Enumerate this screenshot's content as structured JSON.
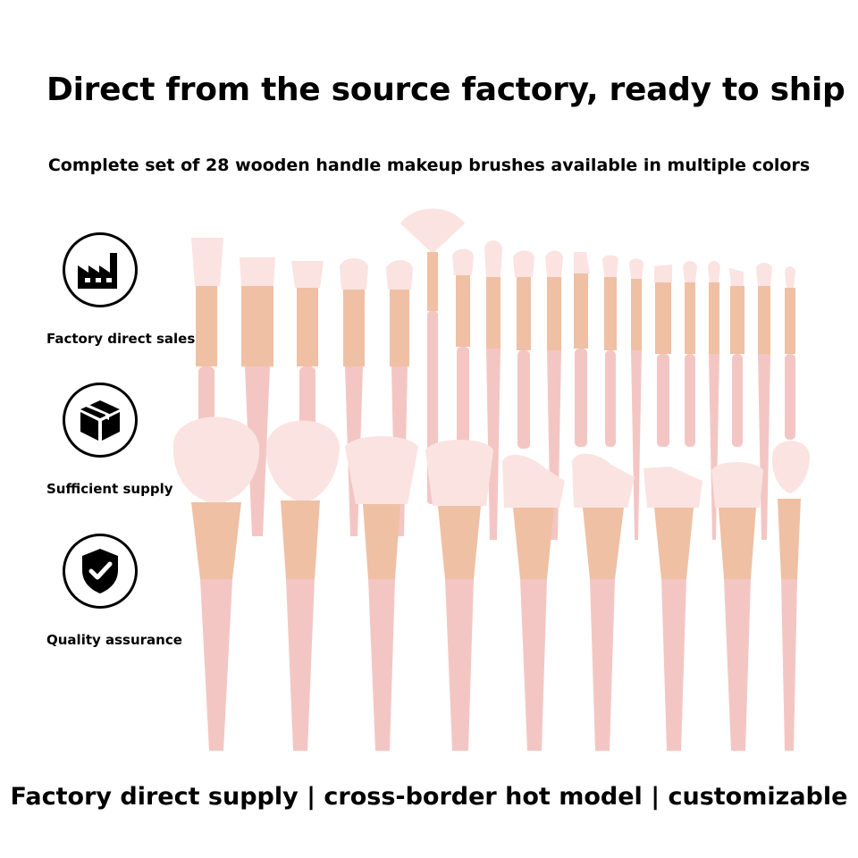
{
  "headline": "Direct from the source factory, ready to ship",
  "subheadline": "Complete set of 28 wooden handle makeup brushes available in multiple colors",
  "features": [
    {
      "label": "Factory direct sales",
      "icon": "factory-icon"
    },
    {
      "label": "Sufficient supply",
      "icon": "box-icon"
    },
    {
      "label": "Quality assurance",
      "icon": "shield-check-icon"
    }
  ],
  "footer": "Factory direct supply | cross-border hot model | customizable",
  "colors": {
    "handle": "#f3c6c4",
    "ferrule": "#efc0a4",
    "bristle": "#fbe3e1"
  }
}
